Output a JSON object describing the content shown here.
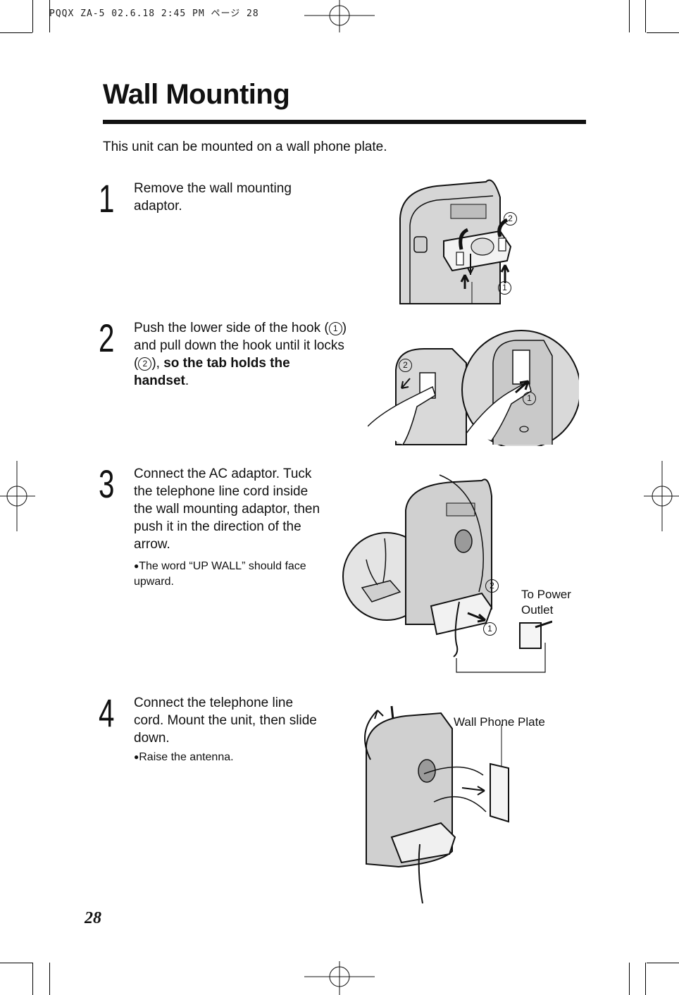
{
  "header_slug": "PQQX ZA-5 02.6.18 2:45 PM ページ 28",
  "title": "Wall Mounting",
  "intro": "This unit can be mounted on a wall phone plate.",
  "markers": {
    "one": "1",
    "two": "2"
  },
  "steps": [
    {
      "number": "1",
      "text": "Remove the wall mounting adaptor."
    },
    {
      "number": "2",
      "text_a": "Push the lower side of the hook (",
      "text_b": ") and pull down the hook until it locks (",
      "text_c": "), ",
      "bold": "so the tab holds the handset",
      "text_d": "."
    },
    {
      "number": "3",
      "text": "Connect the AC adaptor. Tuck the telephone line cord inside the wall mounting adaptor, then push it in the direction of the arrow.",
      "note": "The word “UP WALL” should face upward."
    },
    {
      "number": "4",
      "text": "Connect the telephone line cord. Mount the unit, then slide down.",
      "note": "Raise the antenna."
    }
  ],
  "figure_labels": {
    "to_power_outlet_1": "To Power",
    "to_power_outlet_2": "Outlet",
    "wall_phone_plate": "Wall Phone Plate"
  },
  "page_number": "28",
  "bullet": "●"
}
